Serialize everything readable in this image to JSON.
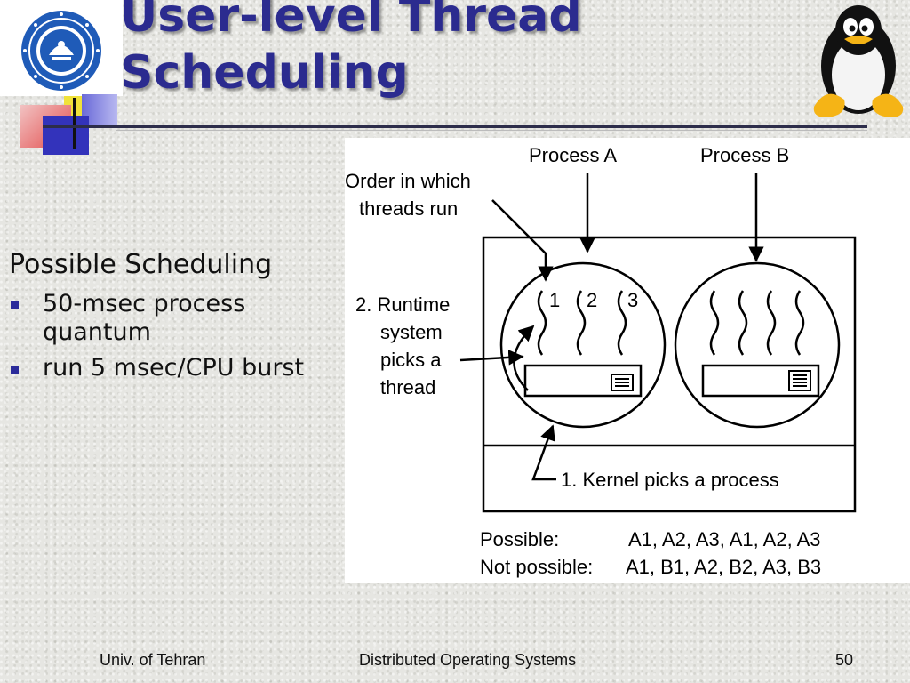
{
  "slide": {
    "title_line1": "User-level Thread",
    "title_line2": "Scheduling",
    "subheading": "Possible Scheduling",
    "bullets": [
      "50-msec process quantum",
      "run 5 msec/CPU burst"
    ]
  },
  "diagram": {
    "process_a": "Process A",
    "process_b": "Process B",
    "order_label_line1": "Order in which",
    "order_label_line2": "threads run",
    "thread_numbers": [
      "1",
      "2",
      "3"
    ],
    "runtime_label_lines": [
      "2. Runtime",
      "system",
      "picks a",
      "thread"
    ],
    "kernel_label": "1. Kernel picks a process",
    "possible_label": "Possible:",
    "possible_value": "A1, A2, A3, A1, A2, A3",
    "not_possible_label": "Not possible:",
    "not_possible_value": "A1, B1, A2, B2, A3, B3"
  },
  "footer": {
    "left": "Univ. of Tehran",
    "center": "Distributed Operating Systems",
    "right": "50"
  },
  "colors": {
    "title": "#2b2b8f",
    "bullet": "#2b2b9a",
    "logo_blue": "#1f5bb8"
  },
  "icons": [
    "university-logo-icon",
    "tux-penguin-icon"
  ]
}
